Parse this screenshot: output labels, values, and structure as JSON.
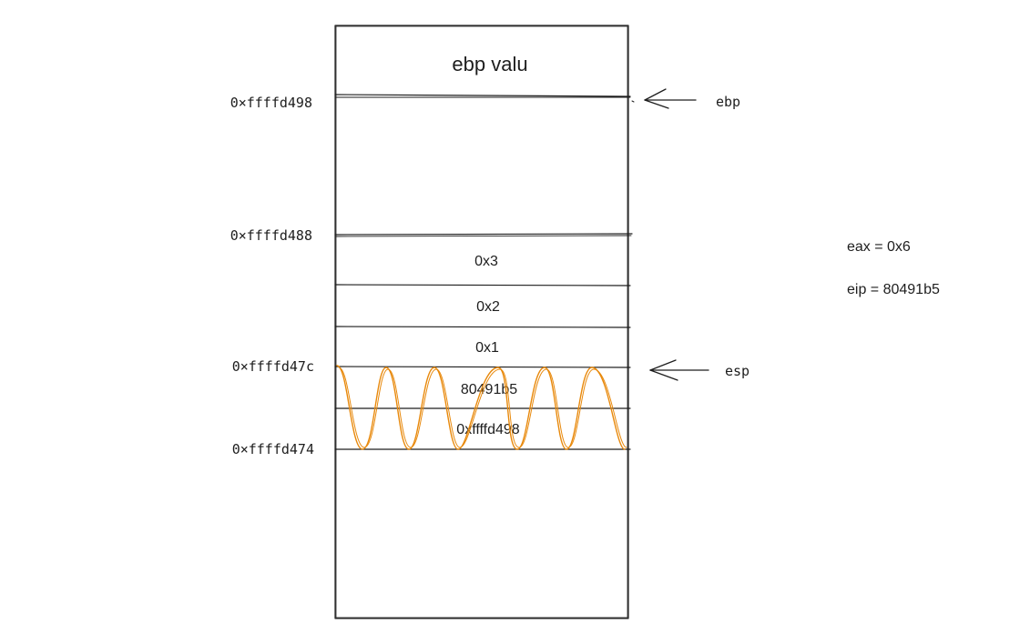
{
  "stack": {
    "top_cell": "ebp valu",
    "cells": [
      "0x3",
      "0x2",
      "0x1",
      "80491b5",
      "0xffffd498"
    ]
  },
  "addresses": [
    "0×ffffd498",
    "0×ffffd488",
    "0×ffffd47c",
    "0×ffffd474"
  ],
  "pointers": {
    "ebp": "ebp",
    "esp": "esp"
  },
  "registers": {
    "eax": "eax = 0x6",
    "eip": "eip = 80491b5"
  },
  "colors": {
    "ink": "#1e1e1e",
    "scribble": "#e8890c"
  }
}
